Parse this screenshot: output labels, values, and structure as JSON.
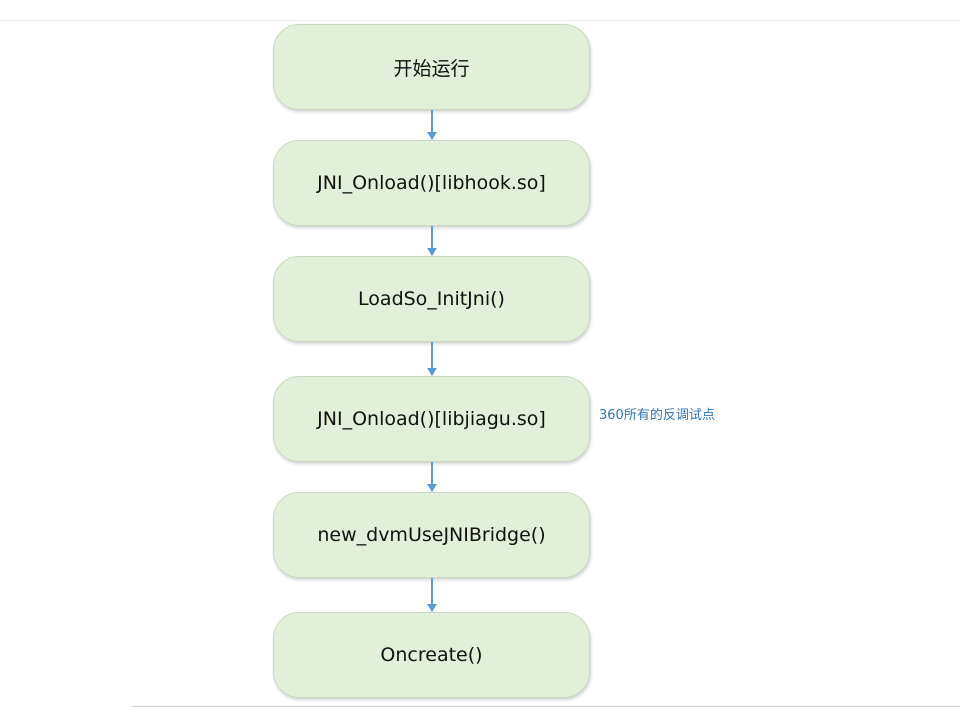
{
  "flow": {
    "nodes": [
      {
        "label": "开始运行"
      },
      {
        "label": "JNI_Onload()[libhook.so]"
      },
      {
        "label": "LoadSo_InitJni()"
      },
      {
        "label": "JNI_Onload()[libjiagu.so]"
      },
      {
        "label": "new_dvmUseJNIBridge()"
      },
      {
        "label": "Oncreate()"
      }
    ],
    "annotation": "360所有的反调试点"
  },
  "colors": {
    "node_fill": "#e2efd9",
    "arrow": "#5b9bd5",
    "annotation_text": "#2e75b6"
  }
}
